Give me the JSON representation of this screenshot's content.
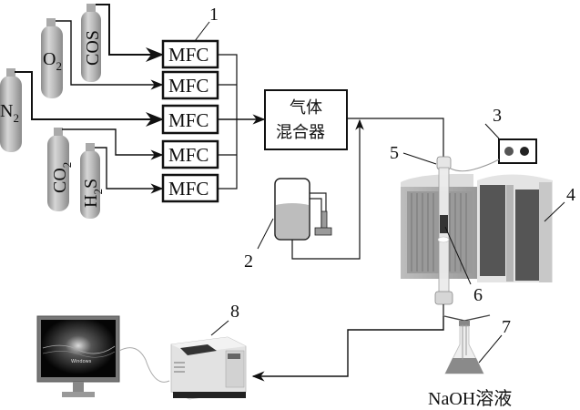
{
  "cylinders": [
    {
      "id": "cos",
      "label": "COS"
    },
    {
      "id": "o2",
      "label": "O",
      "sub": "2"
    },
    {
      "id": "n2",
      "label": "N",
      "sub": "2"
    },
    {
      "id": "co2",
      "label": "CO",
      "sub": "2"
    },
    {
      "id": "h2s",
      "label": "H",
      "sub": "2",
      "tail": "S"
    }
  ],
  "mfc": {
    "label": "MFC",
    "count": 5
  },
  "mixer": {
    "line1": "气体",
    "line2": "混合器"
  },
  "numbers": {
    "n1": "1",
    "n2": "2",
    "n3": "3",
    "n4": "4",
    "n5": "5",
    "n6": "6",
    "n7": "7",
    "n8": "8"
  },
  "naoh": {
    "label": "NaOH溶液"
  },
  "monitor": {
    "screen_text": "Windows"
  }
}
